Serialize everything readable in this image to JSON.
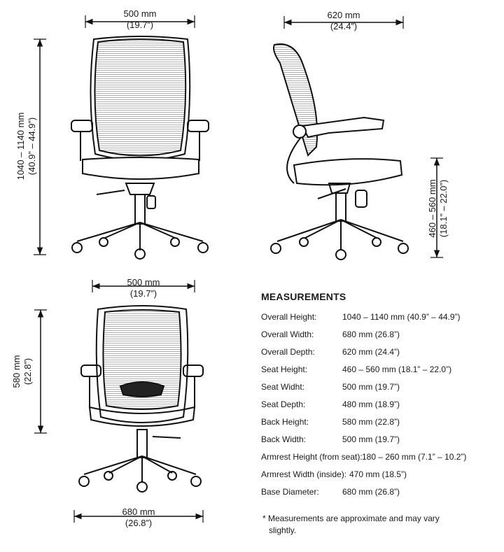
{
  "front_view": {
    "width_mm": "500 mm",
    "width_in": "(19.7”)",
    "height_mm": "1040 – 1140 mm",
    "height_in": "(40.9” – 44.9”)"
  },
  "side_view": {
    "depth_mm": "620 mm",
    "depth_in": "(24.4”)",
    "seat_h_mm": "460 – 560 mm",
    "seat_h_in": "(18.1” – 22.0”)"
  },
  "back_view": {
    "width_mm": "500 mm",
    "width_in": "(19.7”)",
    "back_h_mm": "580 mm",
    "back_h_in": "(22.8”)",
    "base_mm": "680 mm",
    "base_in": "(26.8”)"
  },
  "measurements": {
    "title": "MEASUREMENTS",
    "rows": [
      {
        "label": "Overall Height:",
        "value": "1040 – 1140 mm (40.9” – 44.9”)"
      },
      {
        "label": "Overall Width:",
        "value": "680 mm (26.8”)"
      },
      {
        "label": "Overall Depth:",
        "value": "620 mm (24.4”)"
      },
      {
        "label": "Seat Height:",
        "value": "460 – 560 mm (18.1” – 22.0”)"
      },
      {
        "label": "Seat Widht:",
        "value": "500 mm (19.7”)"
      },
      {
        "label": "Seat Depth:",
        "value": "480 mm (18.9”)"
      },
      {
        "label": "Back Height:",
        "value": "580 mm (22.8”)"
      },
      {
        "label": "Back Width:",
        "value": "500 mm (19.7”)"
      },
      {
        "label": "Armrest Height (from seat):",
        "value": "180 – 260 mm (7.1” – 10.2”)"
      },
      {
        "label": "Armrest Width (inside):",
        "value": "470 mm (18.5”)"
      },
      {
        "label": "Base Diameter:",
        "value": "680 mm (26.8”)"
      }
    ],
    "note_line1": "* Measurements are approximate and may vary",
    "note_line2": "slightly."
  }
}
